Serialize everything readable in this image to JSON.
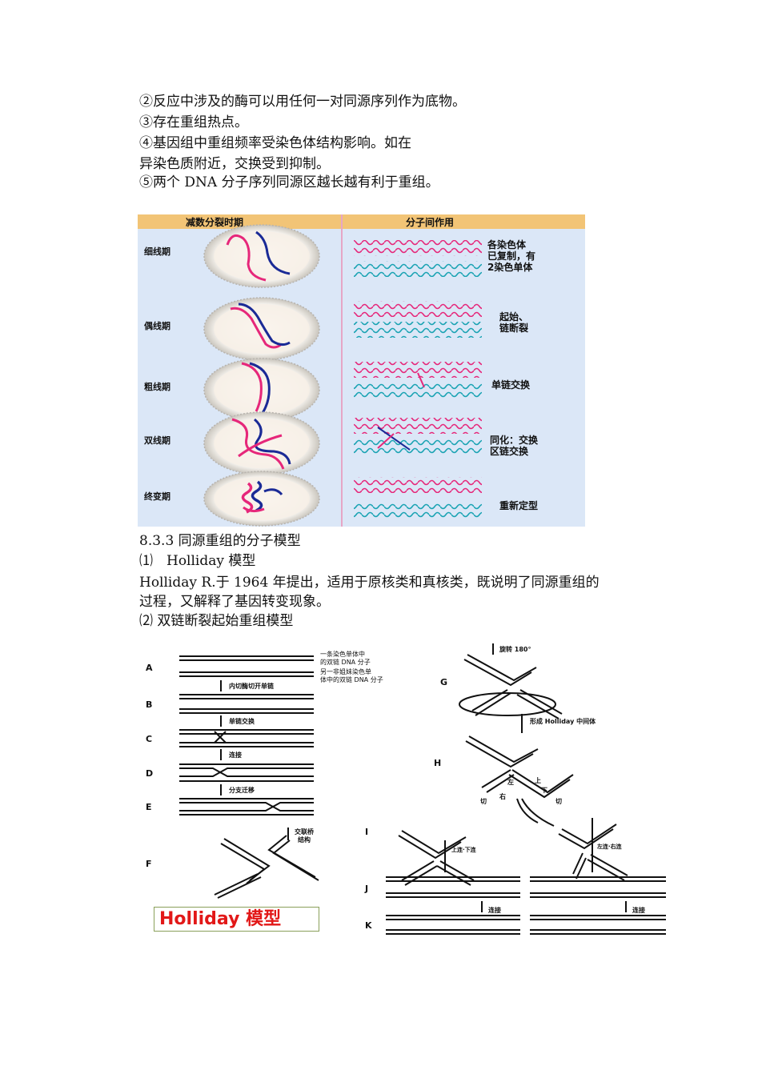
{
  "text": {
    "l1": "②反应中涉及的酶可以用任何一对同源序列作为底物。",
    "l2": "③存在重组热点。",
    "l3": "④基因组中重组频率受染色体结构影响。如在",
    "l4": "异染色质附近，交换受到抑制。",
    "l5": "⑤两个 DNA 分子序列同源区越长越有利于重组。",
    "h1": "8.3.3 同源重组的分子模型",
    "h2": "⑴　Holliday 模型",
    "p1": " Holliday  R.于  1964  年提出，适用于原核类和真核类，既说明了同源重组的",
    "p2": "过程，又解释了基因转变现象。",
    "h3": "⑵ 双链断裂起始重组模型"
  },
  "fig1": {
    "header_left": "减数分裂时期",
    "header_right": "分子间作用",
    "stages": [
      "细线期",
      "偶线期",
      "粗线期",
      "双线期",
      "终变期"
    ],
    "notes": {
      "n1a": "各染色体",
      "n1b": "已复制，有",
      "n1c": "2染色单体",
      "n2a": "起始、",
      "n2b": "链断裂",
      "n3": "单链交换",
      "n4a": "同化：交换",
      "n4b": "区链交换",
      "n5": "重新定型"
    }
  },
  "fig2": {
    "letters": [
      "A",
      "B",
      "C",
      "D",
      "E",
      "F",
      "G",
      "H",
      "I",
      "J",
      "K"
    ],
    "notes": {
      "a1": "一条染色单体中",
      "a2": "的双链 DNA 分子",
      "a3": "另一非姐妹染色单",
      "a4": "体中的双链 DNA 分子",
      "b": "内切酶切开单链",
      "c": "单链交换",
      "d": "连接",
      "e": "分支迁移",
      "f1": "交联桥",
      "f2": "结构",
      "g": "旋转 180°",
      "h": "形成 Holliday 中间体",
      "hl": "左",
      "hr": "右",
      "hu": "上",
      "hd": "下",
      "hq1": "切",
      "hq2": "切",
      "i1": "上连·下连",
      "i2": "左连·右连",
      "k1": "连接",
      "k2": "连接"
    },
    "box_label": "Holliday 模型"
  },
  "colors": {
    "header_bg": "#f2c476",
    "panel_bg": "#dbe7f7",
    "pink": "#e6277a",
    "navy": "#1a2a96",
    "teal": "#1aa3b3",
    "red_label": "#e21818"
  }
}
